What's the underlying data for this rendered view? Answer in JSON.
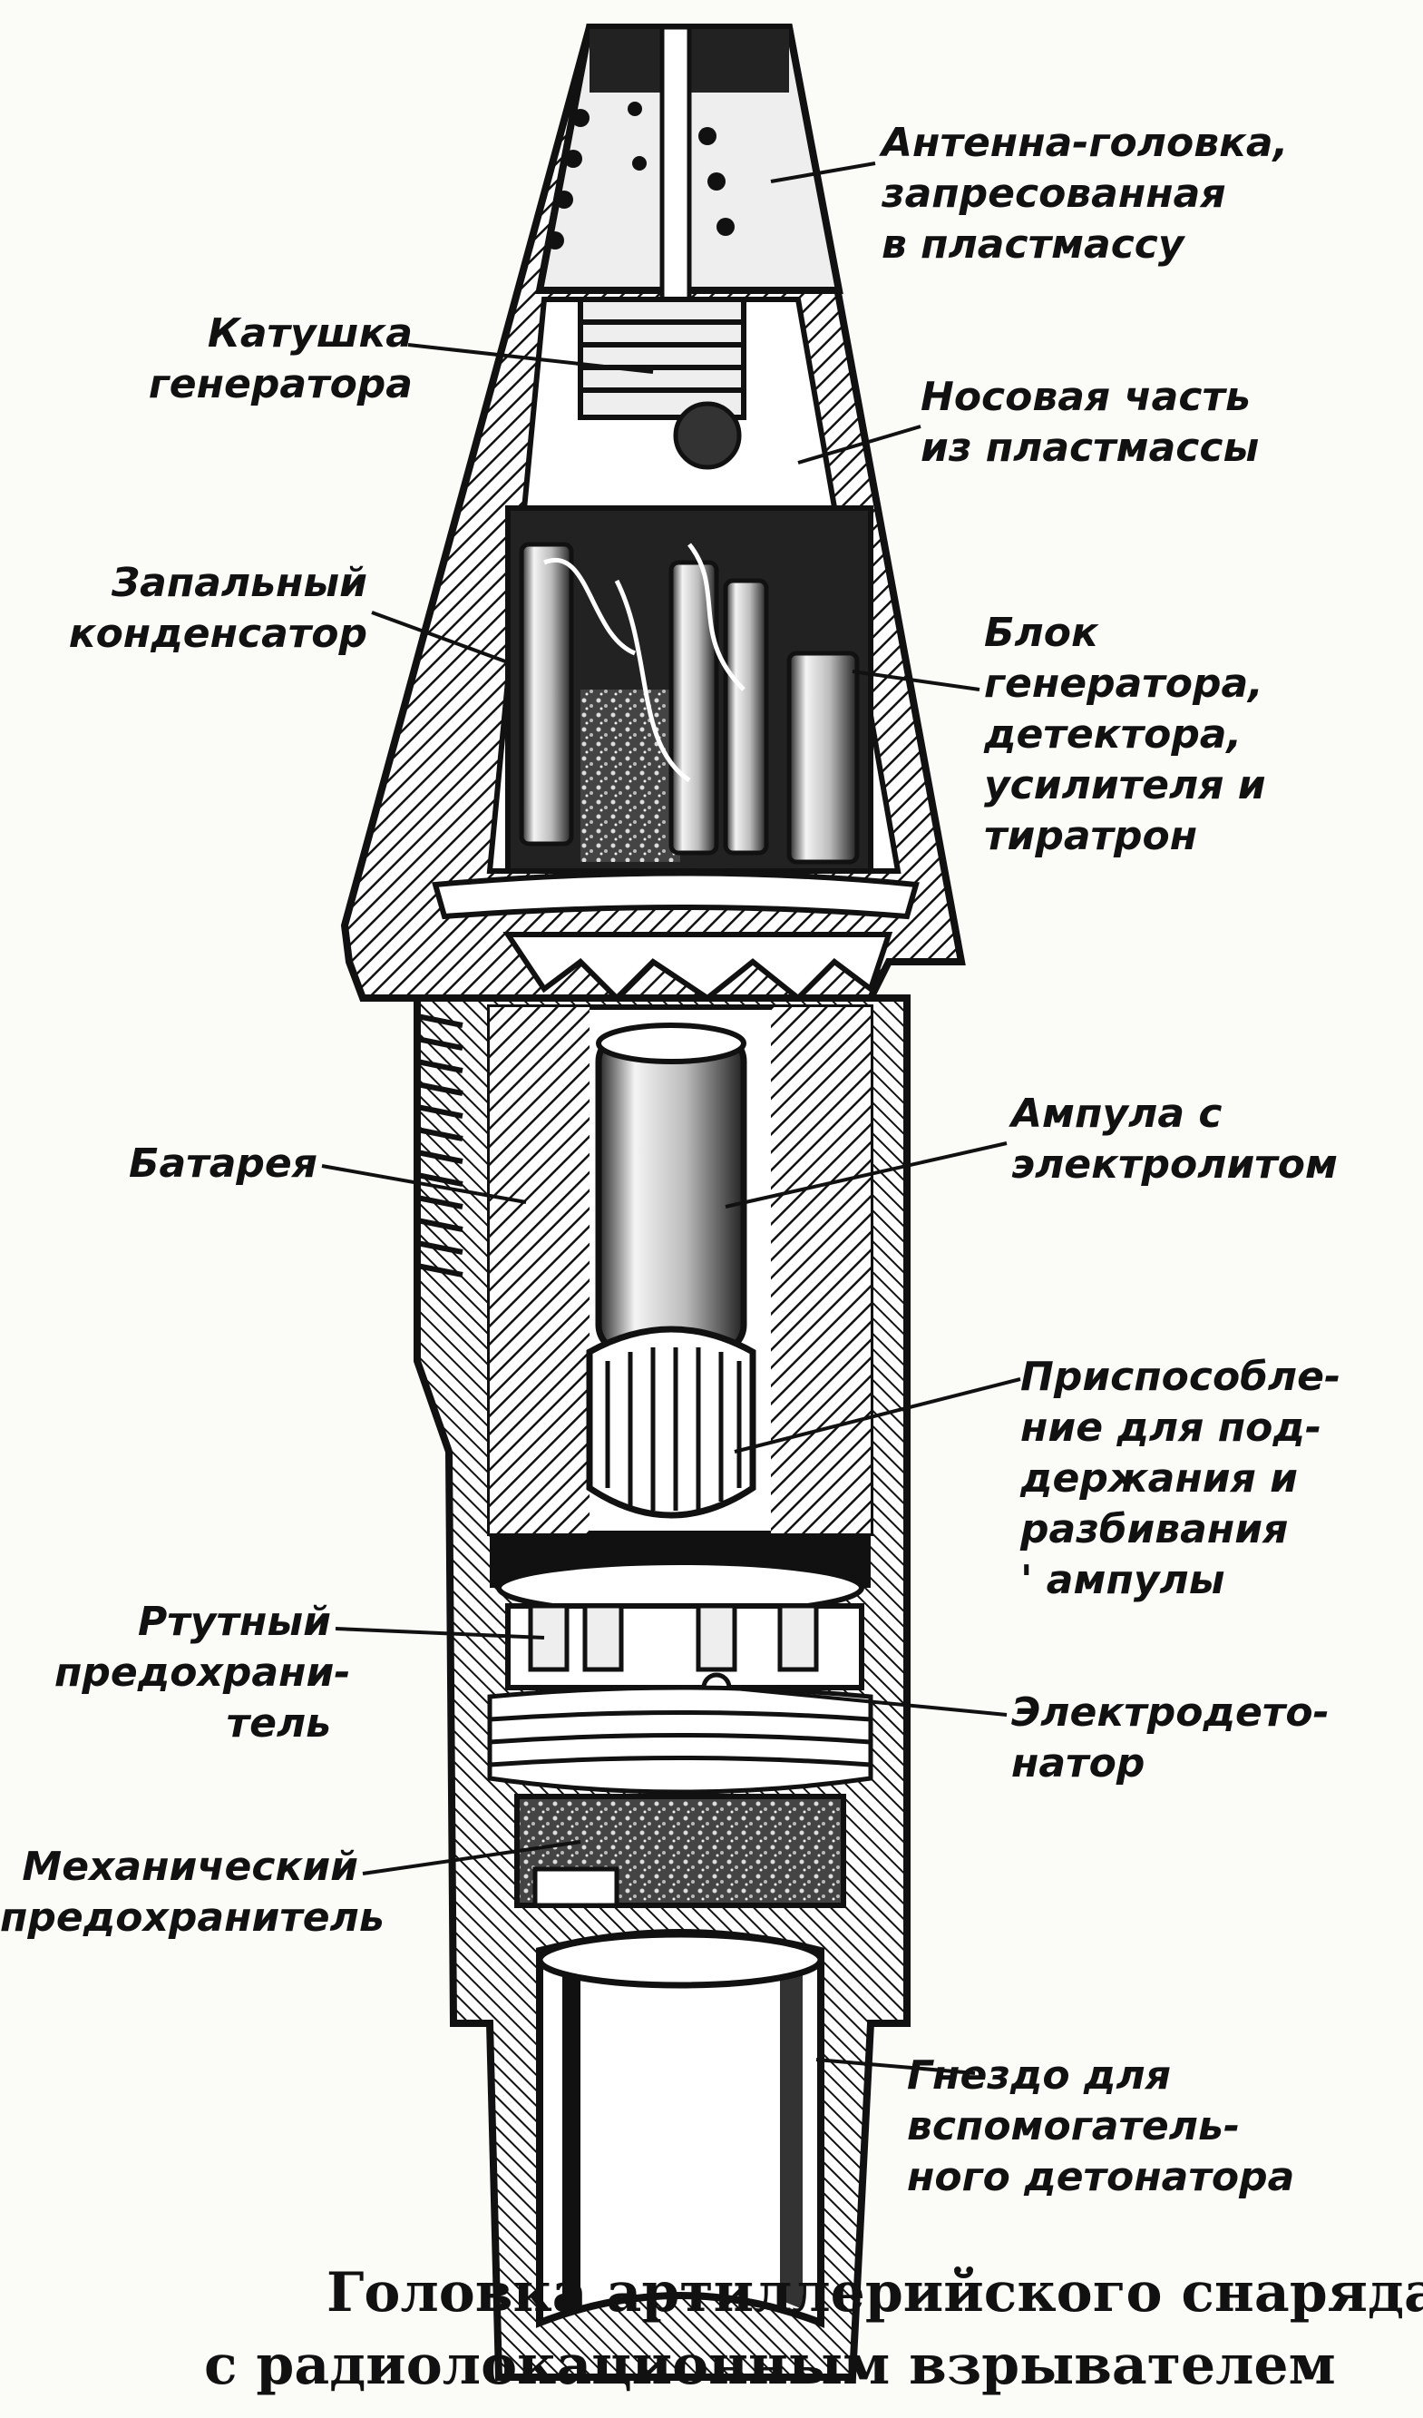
{
  "labels": {
    "antenna": [
      "Антенна-головка,",
      "запресованная",
      "в пластмассу"
    ],
    "coil": [
      "Катушка",
      "генератора"
    ],
    "nose": [
      "Носовая часть",
      "из пластмассы"
    ],
    "capacitor": [
      "Запальный",
      "конденсатор"
    ],
    "block": [
      "Блок",
      "генератора,",
      "детектора,",
      "усилителя и",
      "тиратрон"
    ],
    "battery": [
      "Батарея"
    ],
    "ampoule": [
      "Ампула с",
      "электролитом"
    ],
    "device": [
      "Приспособле-",
      "ние для под-",
      "держания и",
      "разбивания",
      "' ампулы"
    ],
    "mercury": [
      "Ртутный",
      "предохрани-",
      "тель"
    ],
    "detonator": [
      "Электродето-",
      "натор"
    ],
    "mechanical": [
      "Механический",
      "предохранитель"
    ],
    "socket": [
      "Гнездо для",
      "вспомогатель-",
      "ного детонатора"
    ]
  },
  "caption": [
    "Головка артиллерийского снаряда",
    "с радиолокационным взрывателем"
  ]
}
